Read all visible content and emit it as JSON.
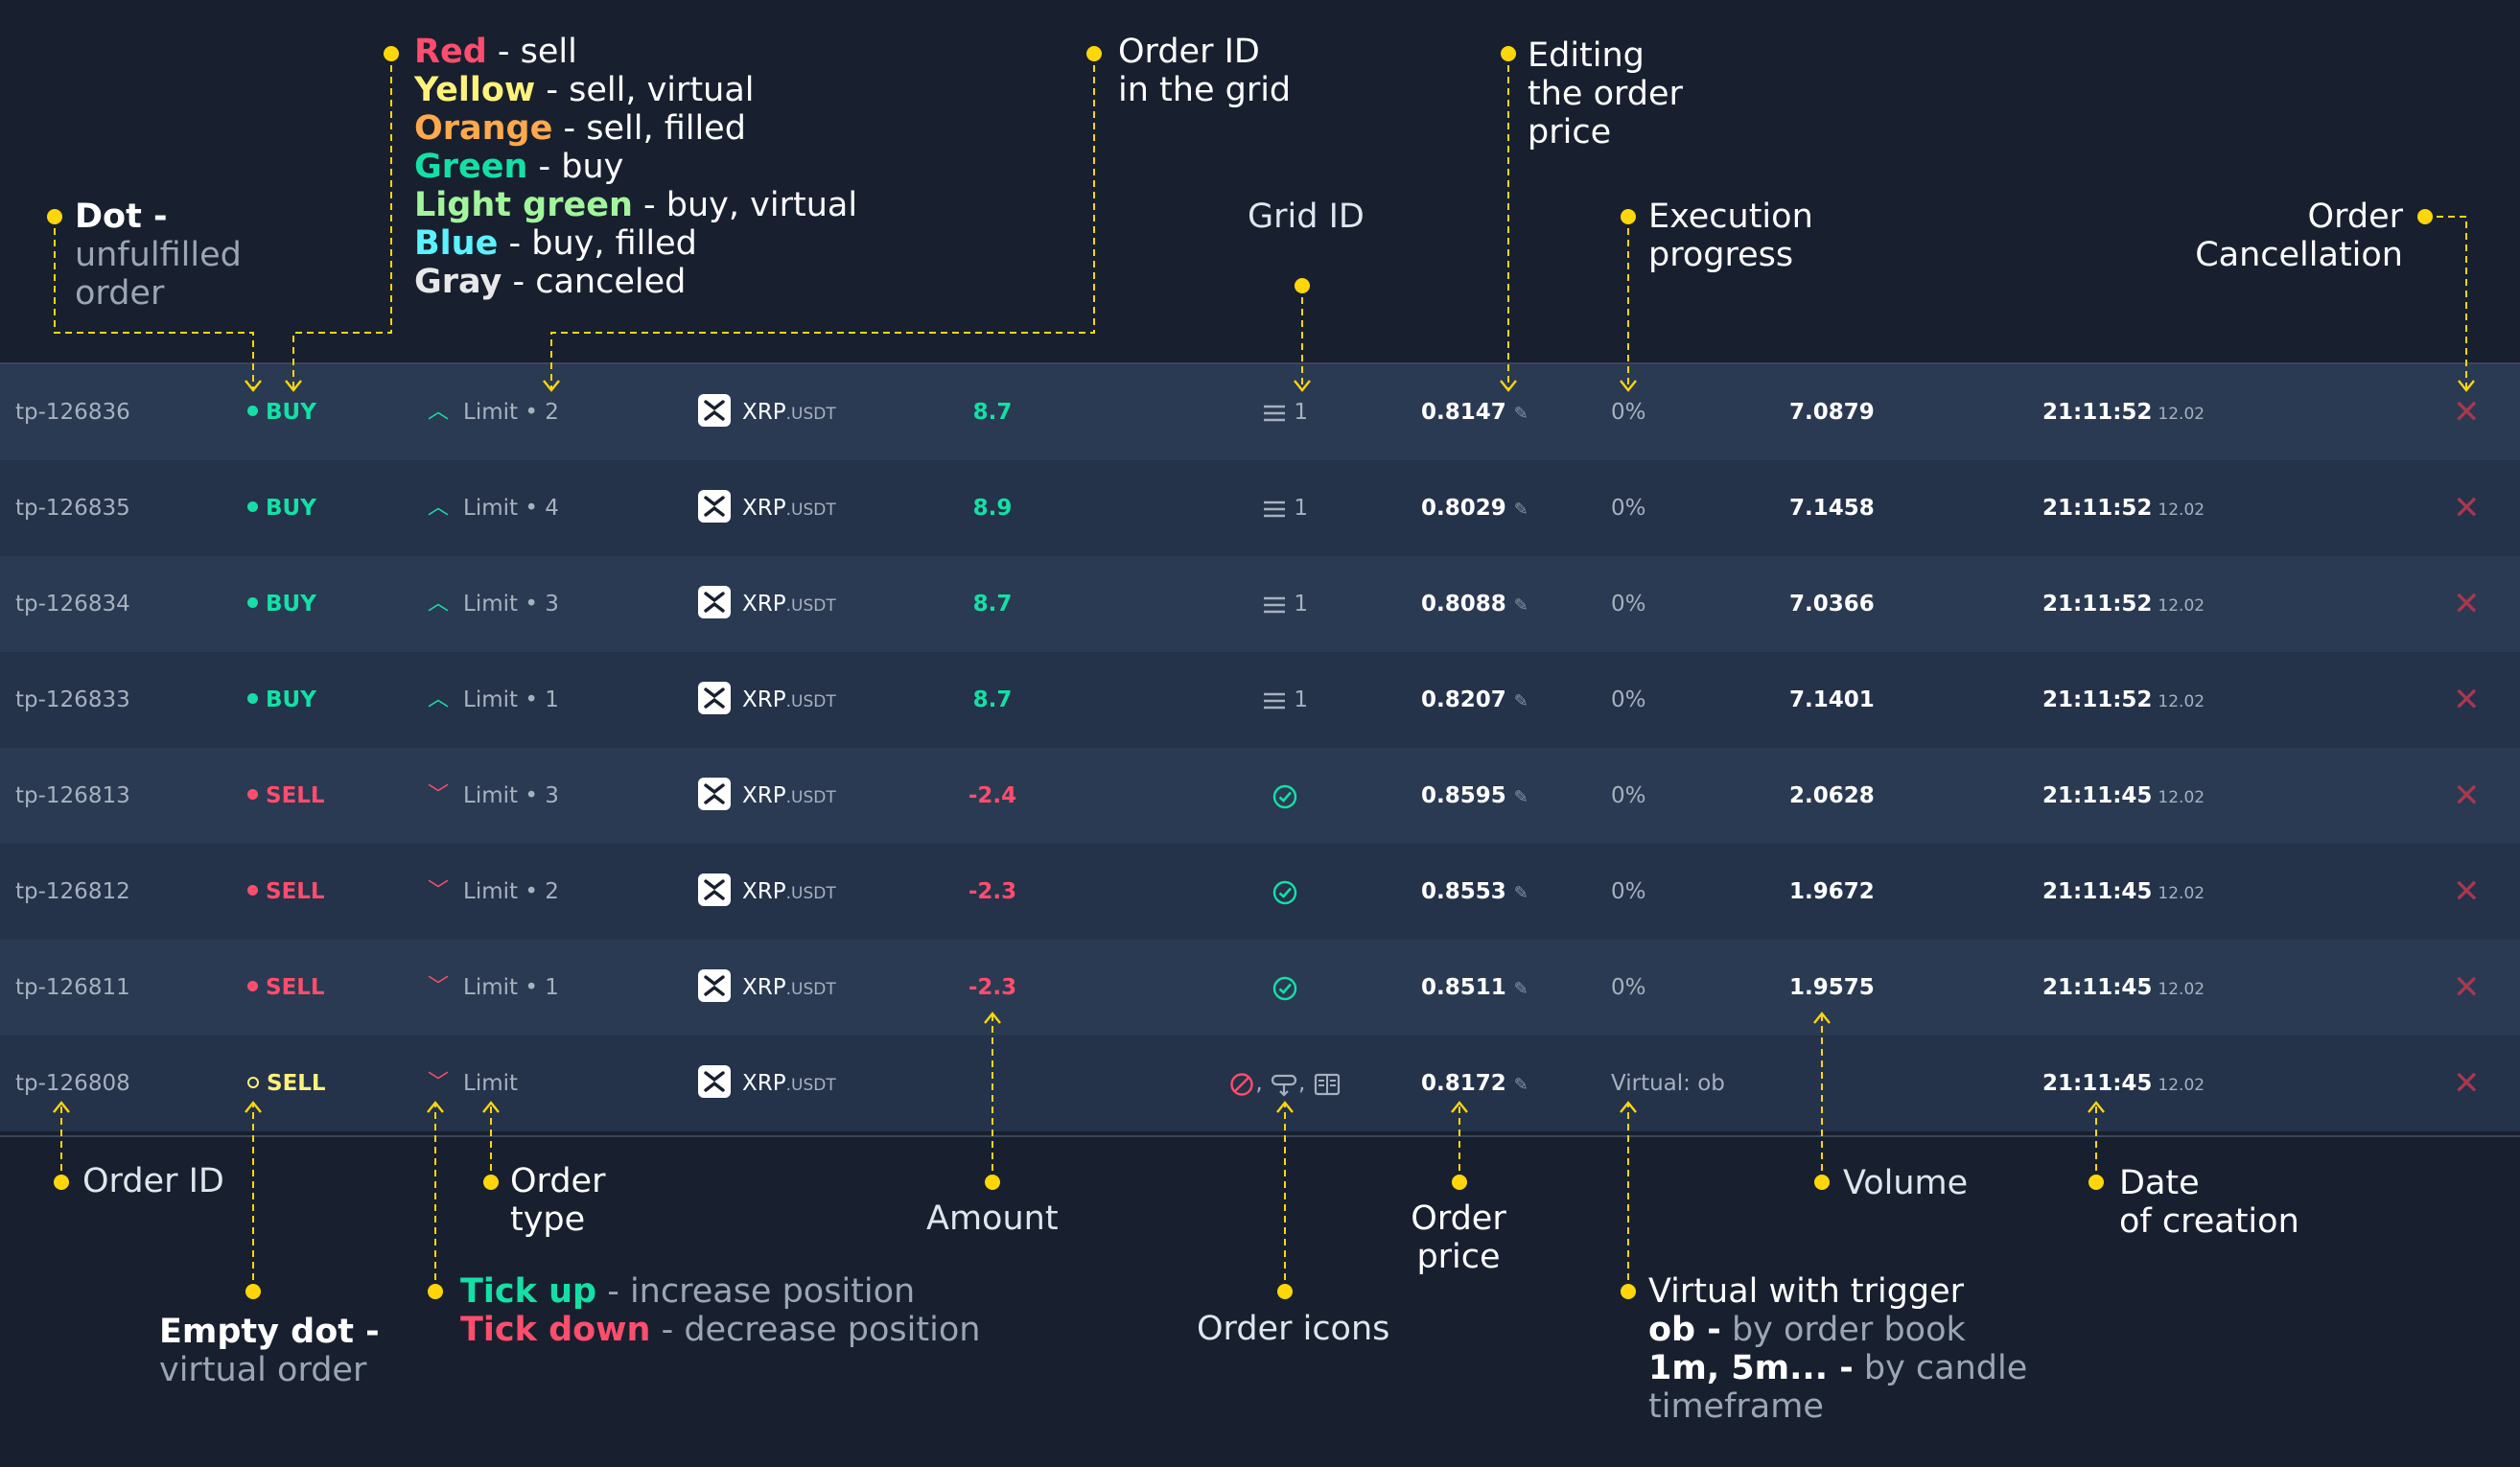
{
  "legend_side": [
    {
      "word": "Red",
      "desc": " - sell",
      "color": "red"
    },
    {
      "word": "Yellow",
      "desc": " - sell, virtual",
      "color": "yellow"
    },
    {
      "word": "Orange",
      "desc": " - sell, filled",
      "color": "orange"
    },
    {
      "word": "Green",
      "desc": " - buy",
      "color": "green"
    },
    {
      "word": "Light green",
      "desc": " - buy, virtual",
      "color": "lgreen"
    },
    {
      "word": "Blue",
      "desc": " - buy, filled",
      "color": "blue"
    },
    {
      "word": "Gray",
      "desc": " - canceled",
      "color": "gray"
    }
  ],
  "annotations": {
    "dot": {
      "bold": "Dot -",
      "l2": "unfulfilled",
      "l3": "order"
    },
    "order_id_grid": {
      "l1": "Order ID",
      "l2": "in the grid"
    },
    "editing": {
      "l1": "Editing",
      "l2": "the order",
      "l3": "price"
    },
    "grid_id": "Grid ID",
    "exec_progress": {
      "l1": "Execution",
      "l2": "progress"
    },
    "order_cancel": {
      "l1": "Order",
      "l2": "Cancellation"
    },
    "order_id": "Order ID",
    "order_type": {
      "l1": "Order",
      "l2": "type"
    },
    "amount": "Amount",
    "order_icons": "Order icons",
    "order_price": {
      "l1": "Order",
      "l2": "price"
    },
    "volume": "Volume",
    "date_creation": {
      "l1": "Date",
      "l2": "of creation"
    },
    "empty_dot": {
      "bold": "Empty dot -",
      "l2": "virtual order"
    },
    "ticks": {
      "up_bold": "Tick up",
      "up_desc": " - increase position",
      "down_bold": "Tick down",
      "down_desc": " - decrease position"
    },
    "virtual_trigger": {
      "l1": "Virtual with trigger",
      "ob_bold": "ob -",
      "ob_desc": " by order book",
      "tf_bold": "1m, 5m... -",
      "tf_desc": " by candle",
      "l4": "timeframe"
    }
  },
  "orders": [
    {
      "id": "tp-126836",
      "side": "BUY",
      "side_kind": "buy",
      "tick": "up",
      "type": "Limit • 2",
      "base": "XRP",
      "quote": ".USDT",
      "amount": "8.7",
      "amount_kind": "pos",
      "icon": "grid",
      "grid_id": "1",
      "price": "0.8147",
      "progress": "0%",
      "volume": "7.0879",
      "time": "21:11:52",
      "date": "12.02",
      "cancel": "✕"
    },
    {
      "id": "tp-126835",
      "side": "BUY",
      "side_kind": "buy",
      "tick": "up",
      "type": "Limit • 4",
      "base": "XRP",
      "quote": ".USDT",
      "amount": "8.9",
      "amount_kind": "pos",
      "icon": "grid",
      "grid_id": "1",
      "price": "0.8029",
      "progress": "0%",
      "volume": "7.1458",
      "time": "21:11:52",
      "date": "12.02",
      "cancel": "✕"
    },
    {
      "id": "tp-126834",
      "side": "BUY",
      "side_kind": "buy",
      "tick": "up",
      "type": "Limit • 3",
      "base": "XRP",
      "quote": ".USDT",
      "amount": "8.7",
      "amount_kind": "pos",
      "icon": "grid",
      "grid_id": "1",
      "price": "0.8088",
      "progress": "0%",
      "volume": "7.0366",
      "time": "21:11:52",
      "date": "12.02",
      "cancel": "✕"
    },
    {
      "id": "tp-126833",
      "side": "BUY",
      "side_kind": "buy",
      "tick": "up",
      "type": "Limit • 1",
      "base": "XRP",
      "quote": ".USDT",
      "amount": "8.7",
      "amount_kind": "pos",
      "icon": "grid",
      "grid_id": "1",
      "price": "0.8207",
      "progress": "0%",
      "volume": "7.1401",
      "time": "21:11:52",
      "date": "12.02",
      "cancel": "✕"
    },
    {
      "id": "tp-126813",
      "side": "SELL",
      "side_kind": "sell",
      "tick": "down",
      "type": "Limit • 3",
      "base": "XRP",
      "quote": ".USDT",
      "amount": "-2.4",
      "amount_kind": "neg",
      "icon": "check",
      "grid_id": "",
      "price": "0.8595",
      "progress": "0%",
      "volume": "2.0628",
      "time": "21:11:45",
      "date": "12.02",
      "cancel": "✕"
    },
    {
      "id": "tp-126812",
      "side": "SELL",
      "side_kind": "sell",
      "tick": "down",
      "type": "Limit • 2",
      "base": "XRP",
      "quote": ".USDT",
      "amount": "-2.3",
      "amount_kind": "neg",
      "icon": "check",
      "grid_id": "",
      "price": "0.8553",
      "progress": "0%",
      "volume": "1.9672",
      "time": "21:11:45",
      "date": "12.02",
      "cancel": "✕"
    },
    {
      "id": "tp-126811",
      "side": "SELL",
      "side_kind": "sell",
      "tick": "down",
      "type": "Limit • 1",
      "base": "XRP",
      "quote": ".USDT",
      "amount": "-2.3",
      "amount_kind": "neg",
      "icon": "check",
      "grid_id": "",
      "price": "0.8511",
      "progress": "0%",
      "volume": "1.9575",
      "time": "21:11:45",
      "date": "12.02",
      "cancel": "✕"
    },
    {
      "id": "tp-126808",
      "side": "SELL",
      "side_kind": "vsell",
      "tick": "down",
      "type": "Limit",
      "base": "XRP",
      "quote": ".USDT",
      "amount": "",
      "amount_kind": "neg",
      "icon": "multi",
      "grid_id": "",
      "price": "0.8172",
      "progress": "Virtual: ob",
      "volume": "",
      "time": "21:11:45",
      "date": "12.02",
      "cancel": "✕"
    }
  ],
  "colors": {
    "background": "#18202f",
    "row_odd": "#2a3a52",
    "row_even": "#24324a",
    "leader": "#ffd60a",
    "buy": "#14e0a6",
    "sell": "#ff4d6d",
    "virtual_sell": "#fff27a",
    "cancel": "#a8384f"
  }
}
